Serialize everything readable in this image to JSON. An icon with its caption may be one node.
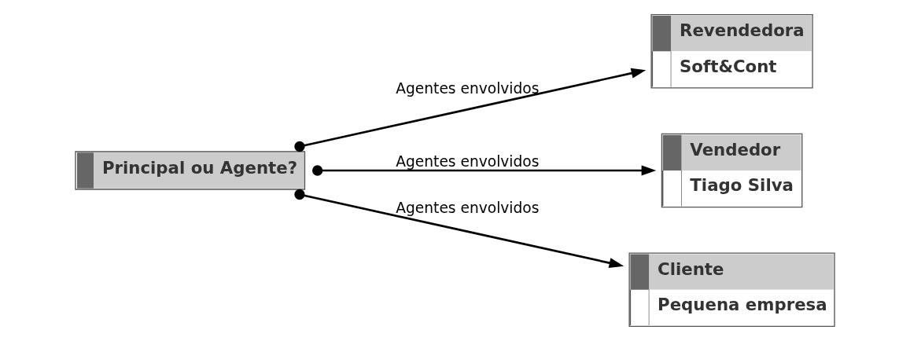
{
  "diagram": {
    "nodes": [
      {
        "text": [
          "Principal ou Agente?"
        ]
      },
      {
        "text": [
          "Revendedora",
          "Soft&Cont"
        ]
      },
      {
        "text": [
          "Vendedor",
          "Tiago Silva"
        ]
      },
      {
        "text": [
          "Cliente",
          "Pequena empresa"
        ]
      }
    ],
    "edges": [
      {
        "from": 0,
        "to": 1,
        "arrow": "to",
        "label": "Agentes envolvidos"
      },
      {
        "from": 0,
        "to": 2,
        "arrow": "to",
        "label": "Agentes envolvidos"
      },
      {
        "from": 0,
        "to": 3,
        "arrow": "to",
        "label": "Agentes envolvidos"
      }
    ]
  }
}
